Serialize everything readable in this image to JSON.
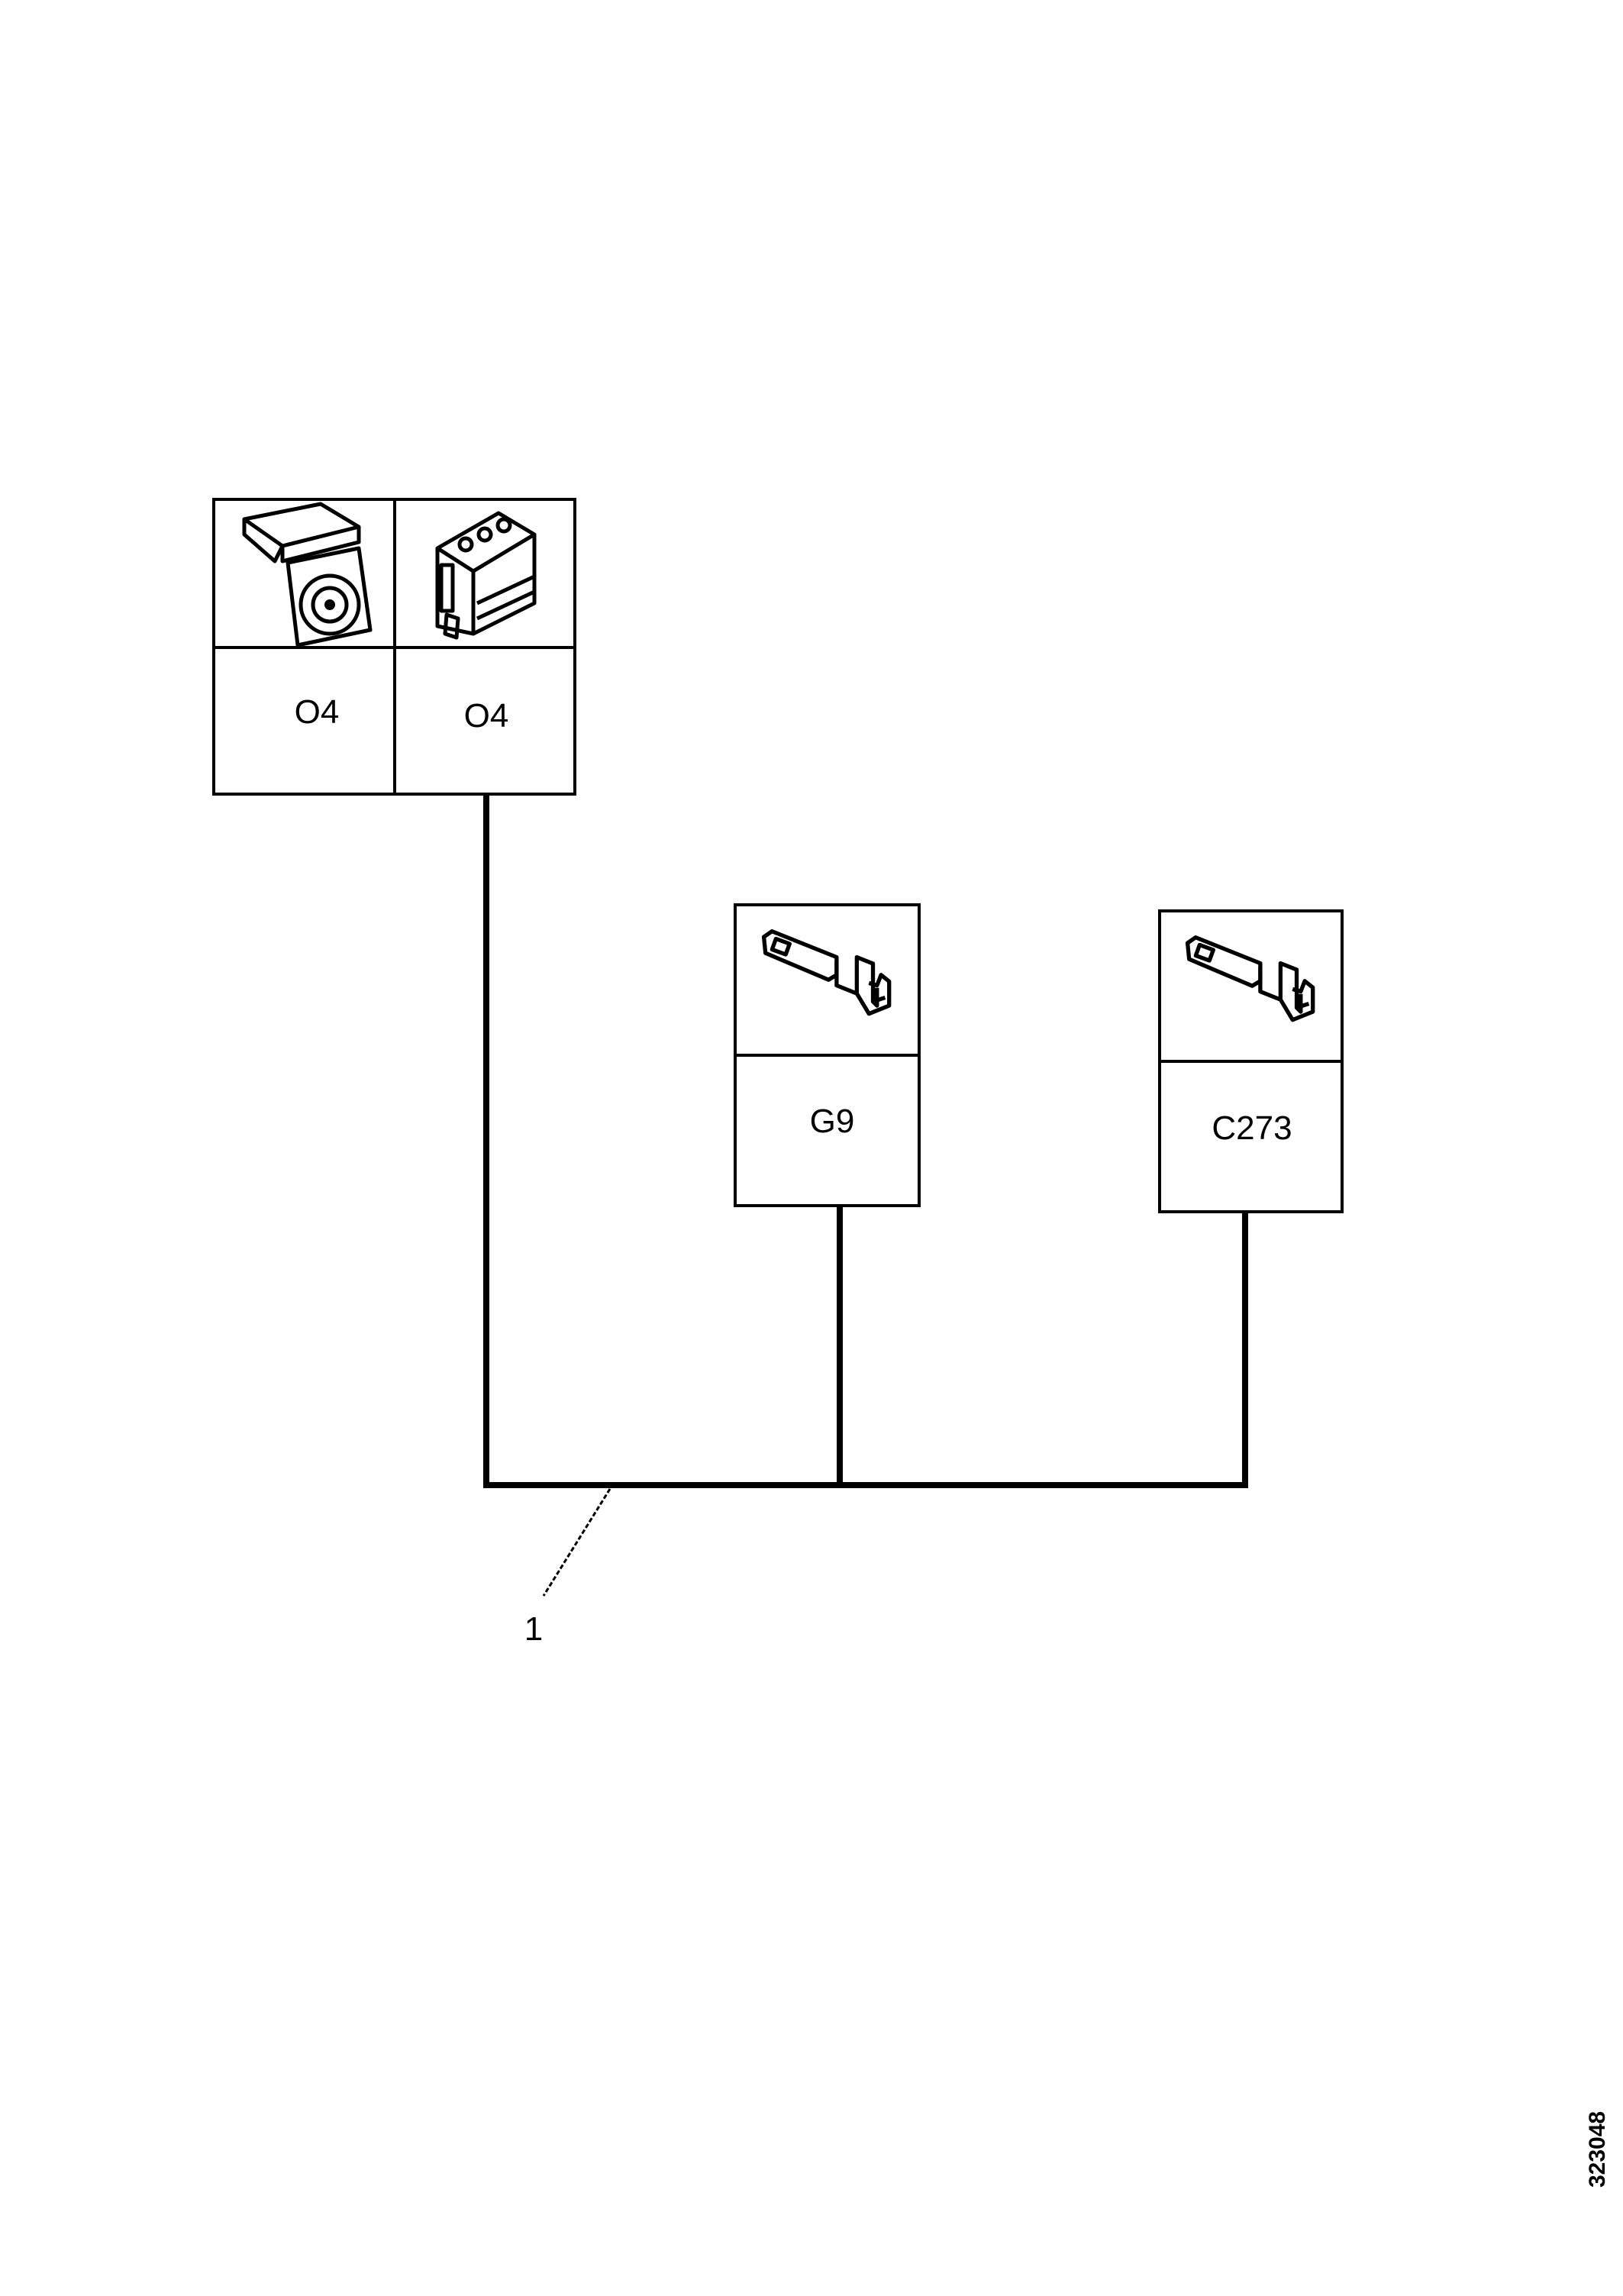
{
  "diagram": {
    "connectors": [
      {
        "id": "unit",
        "label": "O4",
        "icon": "control-unit-icon"
      },
      {
        "id": "housing",
        "label": "O4",
        "icon": "connector-housing-icon"
      },
      {
        "id": "g9",
        "label": "G9",
        "icon": "crimp-terminal-icon"
      },
      {
        "id": "c273",
        "label": "C273",
        "icon": "crimp-terminal-icon"
      }
    ],
    "wire_callout": "1",
    "figure_number": "323048",
    "colors": {
      "line": "#000000",
      "background": "#ffffff"
    }
  }
}
